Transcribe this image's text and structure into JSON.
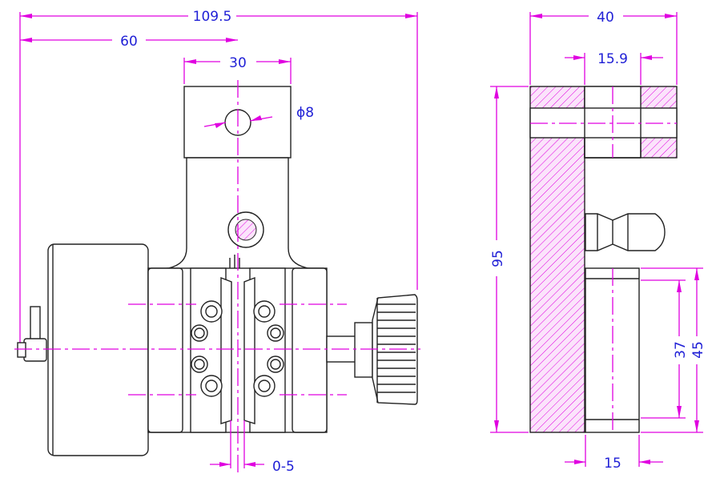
{
  "drawing": {
    "front_view": {
      "overall_width": "109.5",
      "center_offset": "60",
      "mount_width": "30",
      "hole_diameter": "ϕ8",
      "travel": "0-5"
    },
    "side_view": {
      "overall_depth": "40",
      "hole_spacing": "15.9",
      "height": "95",
      "block_inner": "37",
      "block_outer": "45",
      "block_depth": "15"
    },
    "colors": {
      "dimension": "#e000e0",
      "text": "#1f1fd6",
      "outline": "#222222"
    }
  }
}
